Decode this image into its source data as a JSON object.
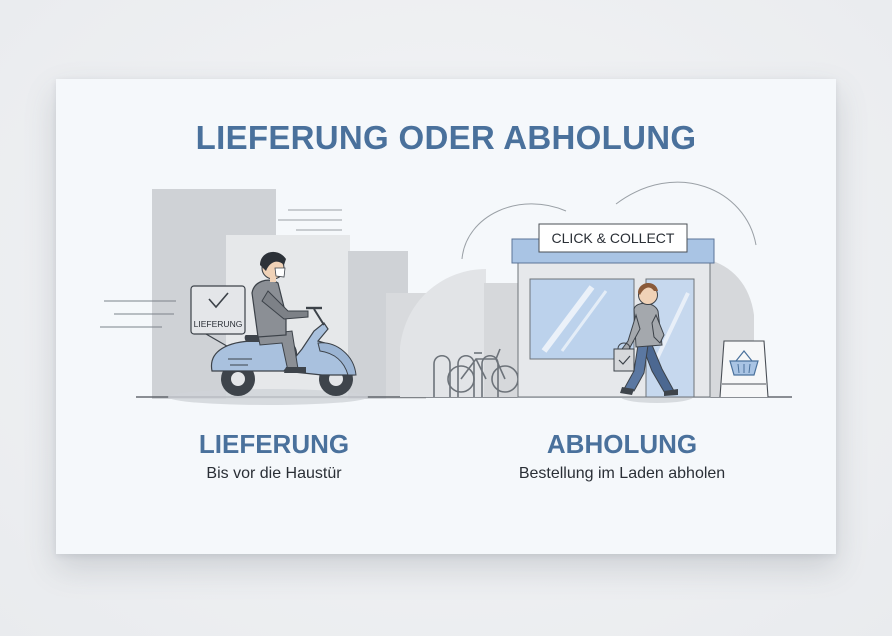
{
  "title": "LIEFERUNG ODER ABHOLUNG",
  "delivery": {
    "title": "LIEFERUNG",
    "subtitle": "Bis vor die Haustür",
    "box_label": "LIEFERUNG",
    "icon": "delivery-scooter-icon"
  },
  "pickup": {
    "title": "ABHOLUNG",
    "subtitle": "Bestellung im Laden abholen",
    "store_sign": "CLICK & COLLECT",
    "icon": "shopping-basket-icon"
  },
  "colors": {
    "accent": "#4a719c",
    "scooter": "#a9c1de",
    "store_roof": "#a9c4e4",
    "text": "#2a2f36"
  }
}
